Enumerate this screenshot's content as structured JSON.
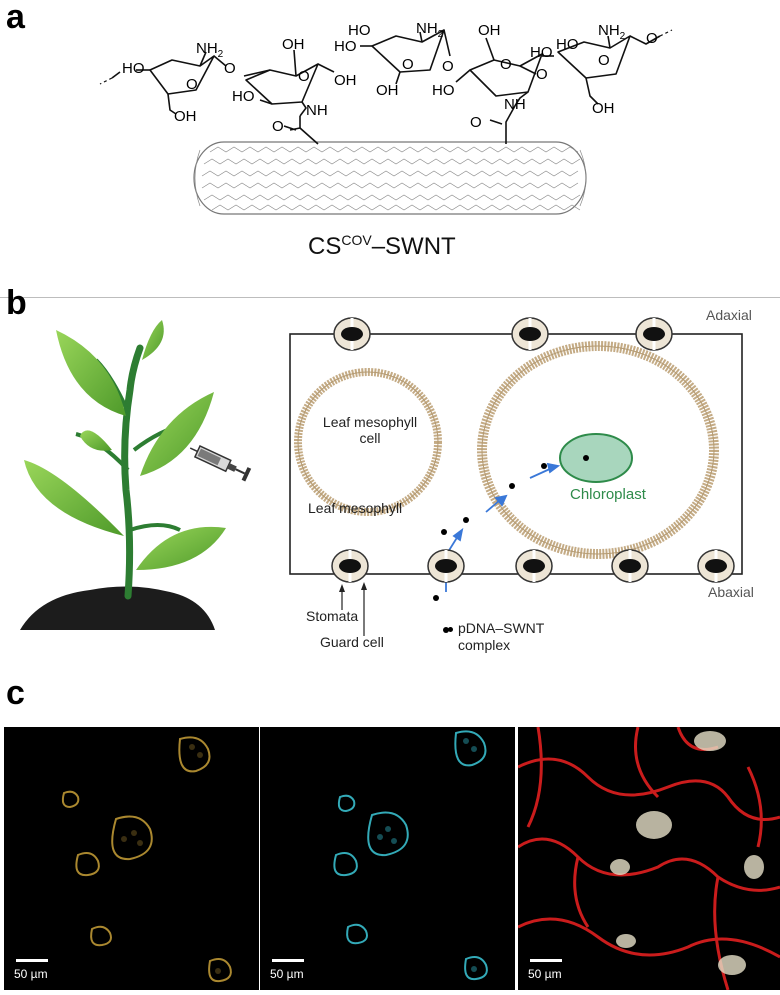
{
  "panel_a": {
    "letter": "a",
    "labels": {
      "nh2": "NH",
      "nh2_sub": "2",
      "oh": "OH",
      "ho": "HO",
      "nh": "NH",
      "o": "O"
    },
    "caption_main": "CS",
    "caption_sup": "COV",
    "caption_rest": "–SWNT"
  },
  "panel_b": {
    "letter": "b",
    "labels": {
      "adaxial": "Adaxial",
      "abaxial": "Abaxial",
      "mesophyll_cell": "Leaf mesophyll\ncell",
      "mesophyll_cell_line1": "Leaf mesophyll",
      "mesophyll_cell_line2": "cell",
      "mesophyll": "Leaf mesophyll",
      "chloroplast": "Chloroplast",
      "stomata": "Stomata",
      "guard_cell": "Guard cell",
      "complex_line1": "pDNA–SWNT",
      "complex_line2": "complex"
    },
    "colors": {
      "cell_wall": "#c4ab85",
      "chloroplast_fill": "#a8d6bd",
      "chloroplast_stroke": "#2e8b4a",
      "arrow": "#3a78d8",
      "leaf": "#7cc043",
      "stem": "#2d7d32",
      "soil": "#1c1c1c"
    }
  },
  "panel_c": {
    "letter": "c",
    "scale_labels": [
      "50 µm",
      "50 µm",
      "50 µm"
    ],
    "channel_colors": [
      "#c8a038",
      "#3cc8d8",
      "#e02020"
    ]
  }
}
